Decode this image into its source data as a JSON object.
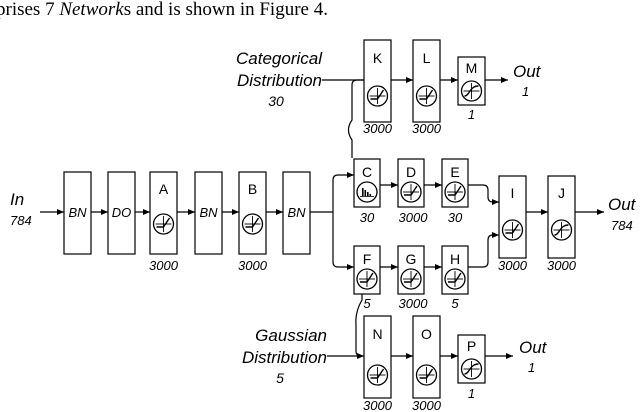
{
  "caption": {
    "pre": "prises 7 ",
    "emph": "Network",
    "post": "s and is shown in Figure 4."
  },
  "io": {
    "in_label": "In",
    "in_size": "784",
    "out_main": "Out",
    "out_main_size": "784",
    "out_cat": "Out",
    "out_cat_size": "1",
    "out_gauss": "Out",
    "out_gauss_size": "1"
  },
  "distributions": {
    "categorical": {
      "line1": "Categorical",
      "line2": "Distribution",
      "size": "30"
    },
    "gaussian": {
      "line1": "Gaussian",
      "line2": "Distribution",
      "size": "5"
    }
  },
  "layers": {
    "bn1": "BN",
    "do": "DO",
    "bn2": "BN",
    "bn3": "BN",
    "a": "A",
    "b": "B",
    "c": "C",
    "d": "D",
    "e": "E",
    "f": "F",
    "g": "G",
    "h": "H",
    "i": "I",
    "j": "J",
    "k": "K",
    "l": "L",
    "m": "M",
    "n": "N",
    "o": "O",
    "p": "P"
  },
  "sizes": {
    "a": "3000",
    "b": "3000",
    "c": "30",
    "d": "3000",
    "e": "30",
    "f": "5",
    "g": "3000",
    "h": "5",
    "i": "3000",
    "j": "3000",
    "k": "3000",
    "l": "3000",
    "m": "1",
    "n": "3000",
    "o": "3000",
    "p": "1"
  }
}
